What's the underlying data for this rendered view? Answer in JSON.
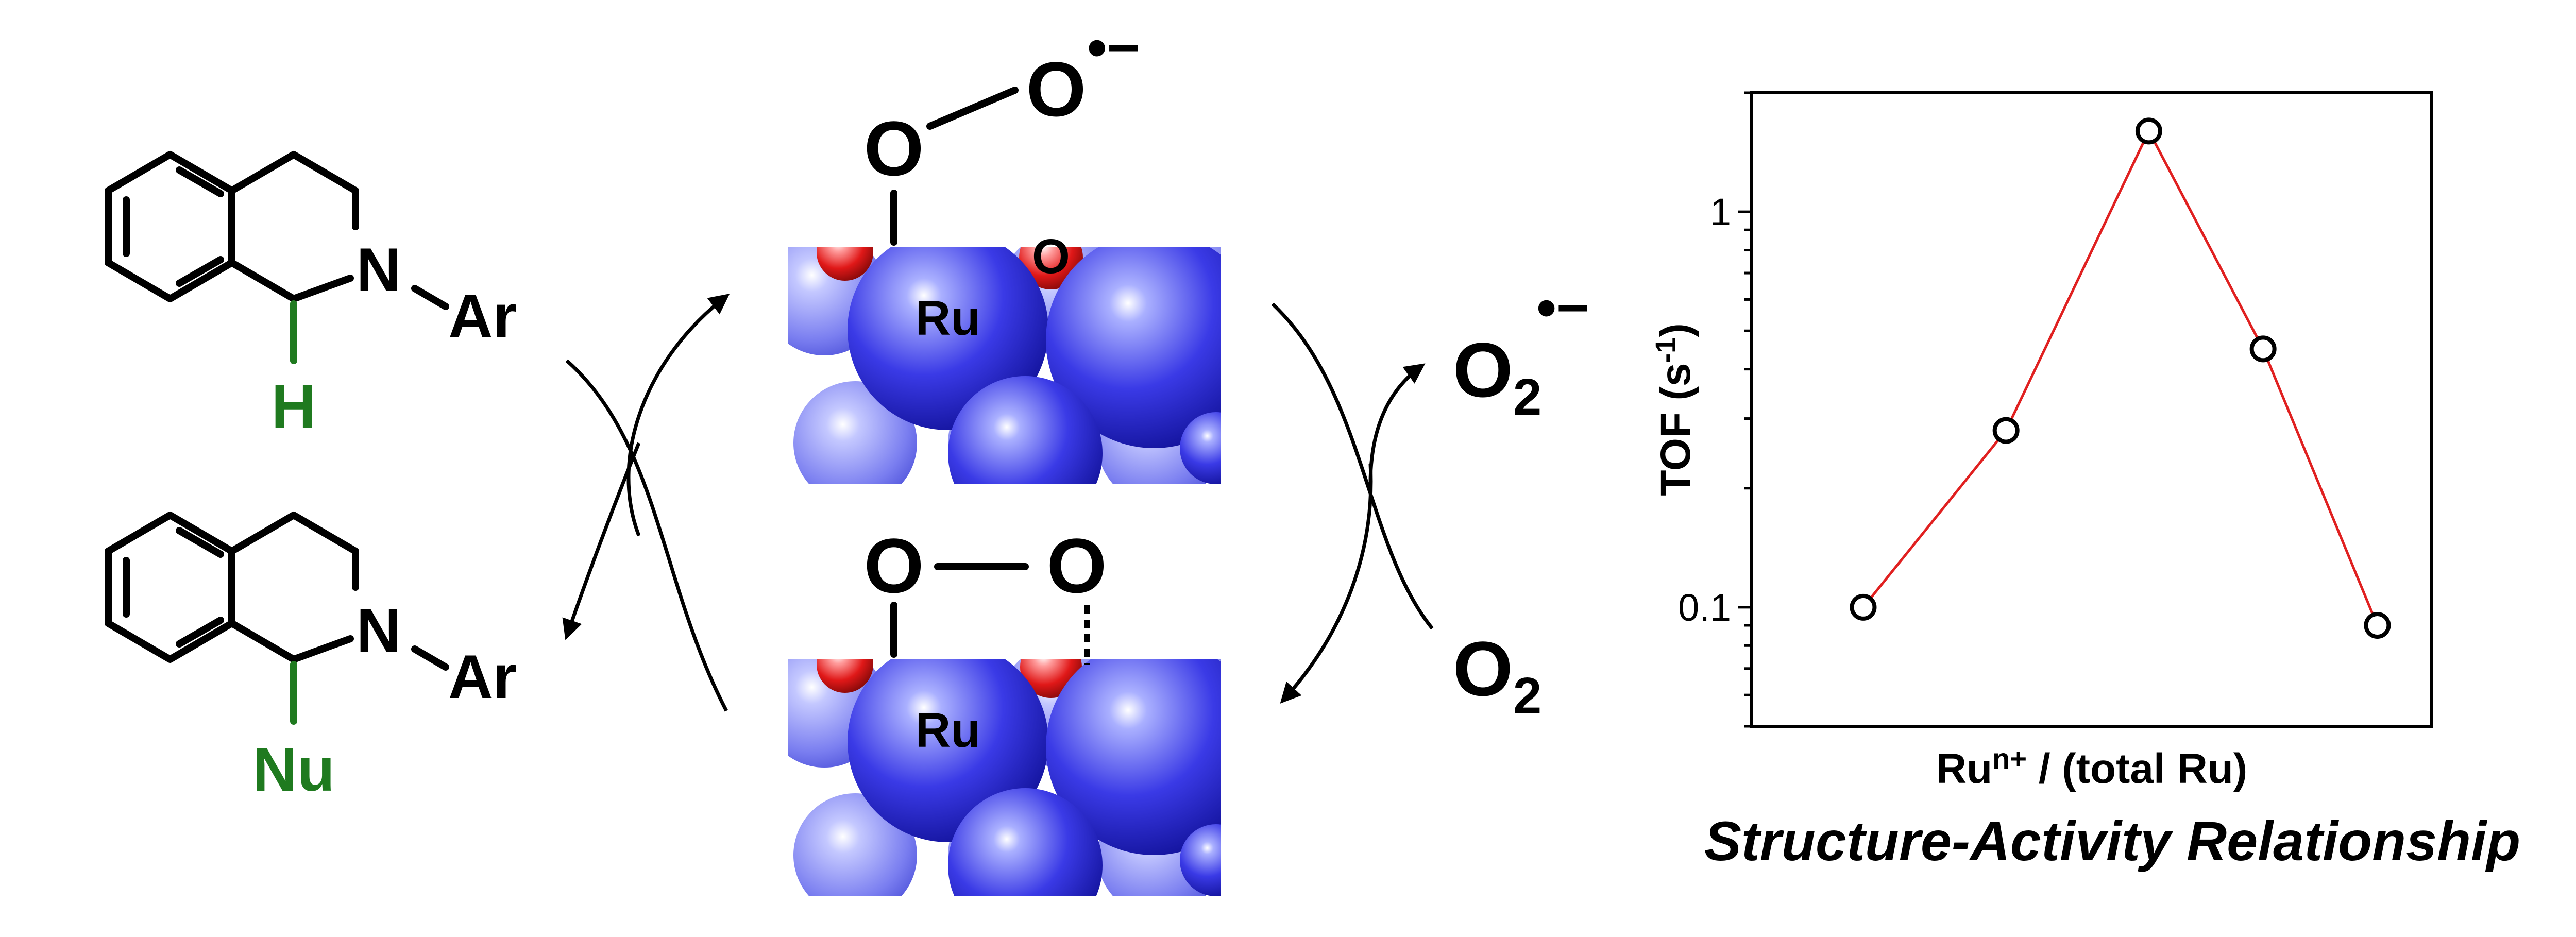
{
  "molecules": {
    "top": {
      "substituent": "Ar",
      "n_label": "N",
      "site_label": "H"
    },
    "bottom": {
      "substituent": "Ar",
      "n_label": "N",
      "site_label": "Nu"
    }
  },
  "surface_top": {
    "metal_label": "Ru",
    "oxygen_label": "O",
    "adsorbate_o1": "O",
    "adsorbate_o2": "O",
    "radical_charge": "•−"
  },
  "surface_bottom": {
    "metal_label": "Ru",
    "adsorbate_o1": "O",
    "adsorbate_o2": "O"
  },
  "species": {
    "superoxide": {
      "base": "O",
      "subscript": "2",
      "superscript": "•−"
    },
    "dioxygen": {
      "base": "O",
      "subscript": "2"
    }
  },
  "colors": {
    "ru": "#2a2ad8",
    "oxygen": "#e01818",
    "fit_line": "#e02020",
    "highlight_atom": "#1f7a1f"
  },
  "caption": "Structure-Activity Relationship",
  "chart_data": {
    "type": "scatter",
    "title": "",
    "xlabel_base": "Ru",
    "xlabel_sup": "n+",
    "xlabel_rest": " / (total Ru)",
    "ylabel_base": "TOF (s",
    "ylabel_sup": "-1",
    "ylabel_end": ")",
    "yscale": "log",
    "ylim": [
      0.05,
      2.0
    ],
    "xlim": [
      0,
      1
    ],
    "yticks": [
      0.1,
      1
    ],
    "ytick_labels": [
      "0.1",
      "1"
    ],
    "x_ticks_shown": false,
    "grid": false,
    "series": [
      {
        "marker": "open-circle",
        "line": true,
        "line_color": "#e02020",
        "x": [
          0.1,
          0.35,
          0.6,
          0.8,
          1.0
        ],
        "y": [
          0.1,
          0.28,
          1.6,
          0.45,
          0.09
        ]
      }
    ]
  }
}
